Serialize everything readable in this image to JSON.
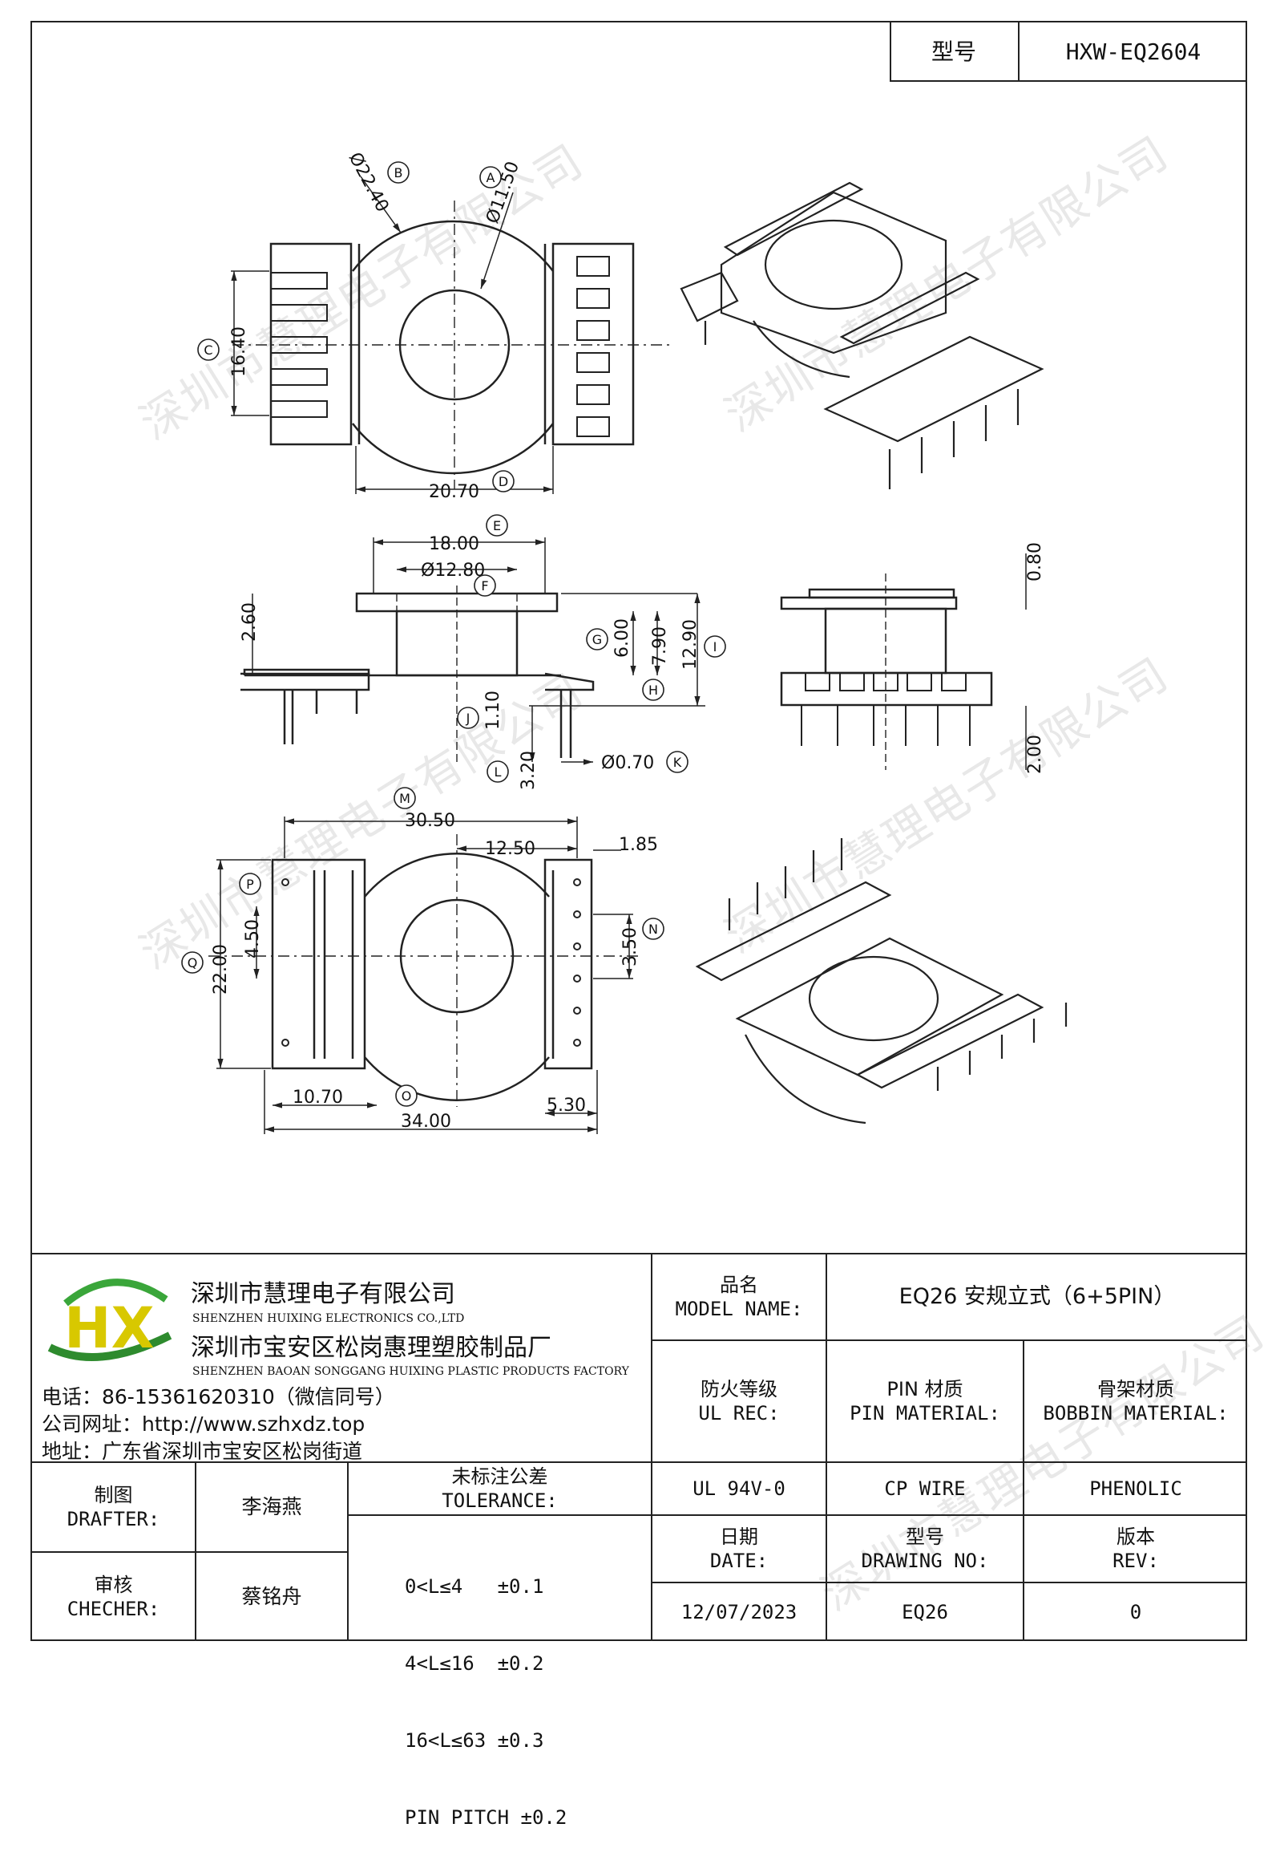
{
  "title_block_top": {
    "model_label": "型号",
    "model_value": "HXW-EQ2604"
  },
  "watermark": "深圳市慧理电子有限公司",
  "dimensions": {
    "top_view": {
      "dia_b": "Ø22.40",
      "dia_a": "Ø11.50",
      "height_c": "16.40",
      "width_d": "20.70",
      "mark_a": "A",
      "mark_b": "B",
      "mark_c": "C",
      "mark_d": "D"
    },
    "side_view": {
      "width_e": "18.00",
      "dia_f": "Ø12.80",
      "flange_thk": "2.60",
      "g": "6.00",
      "h": "7.90",
      "i": "12.90",
      "j": "1.10",
      "l": "3.20",
      "k": "Ø0.70",
      "mark_e": "E",
      "mark_f": "F",
      "mark_g": "G",
      "mark_h": "H",
      "mark_i": "I",
      "mark_j": "J",
      "mark_l": "L",
      "mark_k": "K"
    },
    "end_view": {
      "top_thk": "0.80",
      "pin_len": "2.00"
    },
    "bottom_view": {
      "m": "30.50",
      "half": "12.50",
      "edge": "1.85",
      "p": "4.50",
      "q": "22.00",
      "n": "3.50",
      "left": "10.70",
      "o": "34.00",
      "right": "5.30",
      "mark_m": "M",
      "mark_n": "N",
      "mark_o": "O",
      "mark_p": "P",
      "mark_q": "Q"
    }
  },
  "company": {
    "logo_text": "HX",
    "name_cn": "深圳市慧理电子有限公司",
    "name_en": "SHENZHEN HUIXING ELECTRONICS CO.,LTD",
    "factory_cn": "深圳市宝安区松岗惠理塑胶制品厂",
    "factory_en": "SHENZHEN BAOAN SONGGANG HUIXING PLASTIC PRODUCTS FACTORY",
    "phone": "电话：86-15361620310（微信同号）",
    "website": "公司网址：http://www.szhxdz.top",
    "address": "地址：广东省深圳市宝安区松岗街道"
  },
  "title_block": {
    "product_name_cn": "品名",
    "product_name_en": "MODEL NAME:",
    "product_name_value": "EQ26 安规立式（6+5PIN）",
    "fire_cn": "防火等级",
    "fire_en": "UL REC:",
    "pin_cn": "PIN 材质",
    "pin_en": "PIN MATERIAL:",
    "bobbin_cn": "骨架材质",
    "bobbin_en": "BOBBIN MATERIAL:",
    "fire_value": "UL 94V-0",
    "pin_value": "CP WIRE",
    "bobbin_value": "PHENOLIC",
    "drafter_cn": "制图",
    "drafter_en": "DRAFTER:",
    "drafter_value": "李海燕",
    "checker_cn": "审核",
    "checker_en": "CHECHER:",
    "checker_value": "蔡铭舟",
    "tol_cn": "未标注公差",
    "tol_en": "TOLERANCE:",
    "tol_lines": [
      "0<L≤4   ±0.1",
      "4<L≤16  ±0.2",
      "16<L≤63 ±0.3",
      "PIN PITCH ±0.2"
    ],
    "date_cn": "日期",
    "date_en": "DATE:",
    "drawing_cn": "型号",
    "drawing_en": "DRAWING NO:",
    "rev_cn": "版本",
    "rev_en": "REV:",
    "date_value": "12/07/2023",
    "drawing_value": "EQ26",
    "rev_value": "0"
  }
}
